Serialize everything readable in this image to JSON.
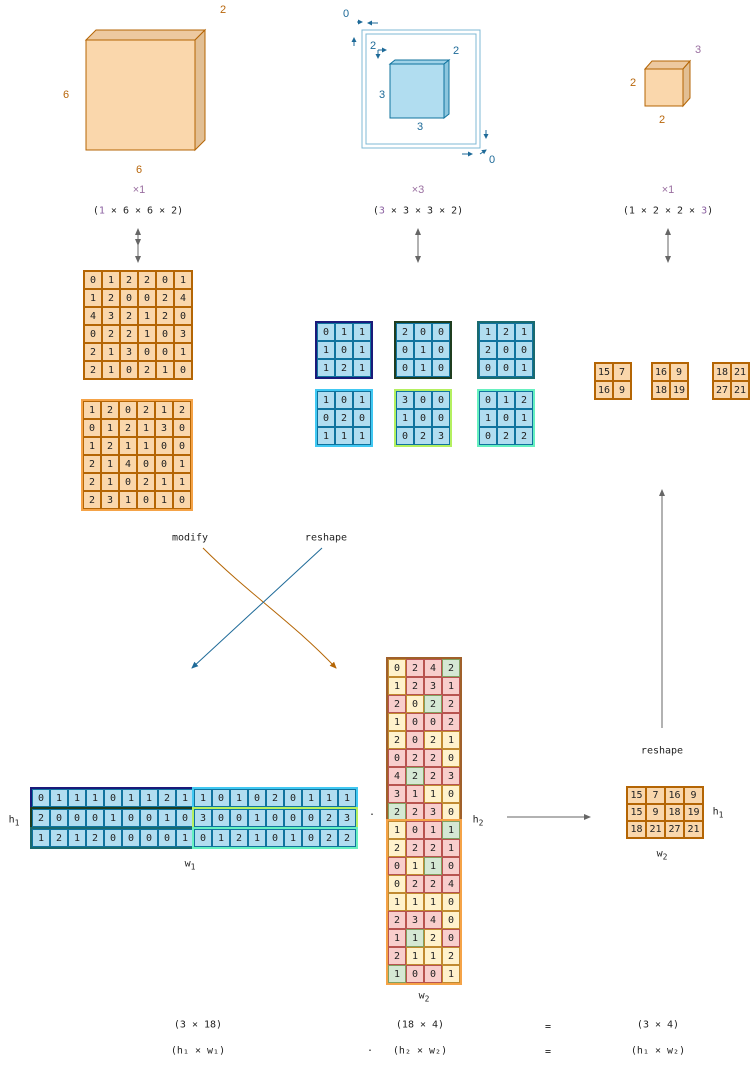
{
  "input_tensor": {
    "dim_top": "2",
    "dim_left": "6",
    "dim_bottom": "6",
    "count": "×1",
    "shape_pre": "(",
    "shape_n": "1",
    "shape_rest": " × 6 × 6 × 2)"
  },
  "kernel_tensor": {
    "pad_top": "0",
    "pad_bottom": "0",
    "stride": "2",
    "dim_depth": "2",
    "dim_left": "3",
    "dim_bottom": "3",
    "count": "×3",
    "shape_pre": "(",
    "shape_n": "3",
    "shape_rest": " × 3 × 3 × 2)"
  },
  "output_tensor": {
    "dim_depth": "3",
    "dim_left": "2",
    "dim_bottom": "2",
    "count": "×1",
    "shape_pre": "(1 × 2 × 2 × ",
    "shape_n": "3",
    "shape_rest": ")"
  },
  "input_channels": [
    [
      [
        0,
        1,
        2,
        2,
        0,
        1
      ],
      [
        1,
        2,
        0,
        0,
        2,
        4
      ],
      [
        4,
        3,
        2,
        1,
        2,
        0
      ],
      [
        0,
        2,
        2,
        1,
        0,
        3
      ],
      [
        2,
        1,
        3,
        0,
        0,
        1
      ],
      [
        2,
        1,
        0,
        2,
        1,
        0
      ]
    ],
    [
      [
        1,
        2,
        0,
        2,
        1,
        2
      ],
      [
        0,
        1,
        2,
        1,
        3,
        0
      ],
      [
        1,
        2,
        1,
        1,
        0,
        0
      ],
      [
        2,
        1,
        4,
        0,
        0,
        1
      ],
      [
        2,
        1,
        0,
        2,
        1,
        1
      ],
      [
        2,
        3,
        1,
        0,
        1,
        0
      ]
    ]
  ],
  "kernels": [
    {
      "border": "#1a1a7a",
      "values": [
        [
          0,
          1,
          1
        ],
        [
          1,
          0,
          1
        ],
        [
          1,
          2,
          1
        ]
      ]
    },
    {
      "border": "#1f3d1f",
      "values": [
        [
          2,
          0,
          0
        ],
        [
          0,
          1,
          0
        ],
        [
          0,
          1,
          0
        ]
      ]
    },
    {
      "border": "#1a6a6e",
      "values": [
        [
          1,
          2,
          1
        ],
        [
          2,
          0,
          0
        ],
        [
          0,
          0,
          1
        ]
      ]
    },
    {
      "border": "#40c8f2",
      "values": [
        [
          1,
          0,
          1
        ],
        [
          0,
          2,
          0
        ],
        [
          1,
          1,
          1
        ]
      ]
    },
    {
      "border": "#b4f060",
      "values": [
        [
          3,
          0,
          0
        ],
        [
          1,
          0,
          0
        ],
        [
          0,
          2,
          3
        ]
      ]
    },
    {
      "border": "#66f0c0",
      "values": [
        [
          0,
          1,
          2
        ],
        [
          1,
          0,
          1
        ],
        [
          0,
          2,
          2
        ]
      ]
    }
  ],
  "outputs": [
    [
      [
        15,
        7
      ],
      [
        16,
        9
      ]
    ],
    [
      [
        16,
        9
      ],
      [
        18,
        19
      ]
    ],
    [
      [
        18,
        21
      ],
      [
        27,
        21
      ]
    ]
  ],
  "labels": {
    "modify": "modify",
    "reshape_left": "reshape",
    "reshape_right": "reshape",
    "h1": "h",
    "w1": "w",
    "h2": "h",
    "w2": "w",
    "h1_res": "h",
    "w2_res": "w",
    "sub1": "1",
    "sub2": "2",
    "dot": "·"
  },
  "w1_matrix": [
    [
      0,
      1,
      1,
      1,
      0,
      1,
      1,
      2,
      1,
      1,
      0,
      1,
      0,
      2,
      0,
      1,
      1,
      1
    ],
    [
      2,
      0,
      0,
      0,
      1,
      0,
      0,
      1,
      0,
      3,
      0,
      0,
      1,
      0,
      0,
      0,
      2,
      3
    ],
    [
      1,
      2,
      1,
      2,
      0,
      0,
      0,
      0,
      1,
      0,
      1,
      2,
      1,
      0,
      1,
      0,
      2,
      2
    ]
  ],
  "h2_matrix": [
    [
      0,
      2,
      4,
      2
    ],
    [
      1,
      2,
      3,
      1
    ],
    [
      2,
      0,
      2,
      2
    ],
    [
      1,
      0,
      0,
      2
    ],
    [
      2,
      0,
      2,
      1
    ],
    [
      0,
      2,
      2,
      0
    ],
    [
      4,
      2,
      2,
      3
    ],
    [
      3,
      1,
      1,
      0
    ],
    [
      2,
      2,
      3,
      0
    ],
    [
      1,
      0,
      1,
      1
    ],
    [
      2,
      2,
      2,
      1
    ],
    [
      0,
      1,
      1,
      0
    ],
    [
      0,
      2,
      2,
      4
    ],
    [
      1,
      1,
      1,
      0
    ],
    [
      2,
      3,
      4,
      0
    ],
    [
      1,
      1,
      2,
      0
    ],
    [
      2,
      1,
      1,
      2
    ],
    [
      1,
      0,
      0,
      1
    ]
  ],
  "h2_colors": [
    "YRRG",
    "YRRR",
    "RYGR",
    "YRRR",
    "YRYY",
    "RRRY",
    "RGRR",
    "RRYY",
    "GRRY",
    "YRRG",
    "YRRR",
    "RYGR",
    "YRRR",
    "YYYY",
    "RRRY",
    "RGYR",
    "RYYY",
    "GRRY"
  ],
  "result_matrix": [
    [
      15,
      7,
      16,
      9
    ],
    [
      15,
      9,
      18,
      19
    ],
    [
      18,
      21,
      27,
      21
    ]
  ],
  "equation": {
    "dims_a": "(3 × 18)",
    "dims_b": "(18 × 4)",
    "eq1": "=",
    "dims_c": "(3 × 4)",
    "sym_a": "(h₁ × w₁)",
    "dot": "·",
    "sym_b": "(h₂ × w₂)",
    "eq2": "=",
    "sym_c": "(h₁ × w₂)"
  },
  "colors": {
    "orange_fill": "#fad7ac",
    "orange_stroke": "#b46504",
    "blue_fill": "#b1ddf0",
    "blue_stroke": "#10739e"
  }
}
